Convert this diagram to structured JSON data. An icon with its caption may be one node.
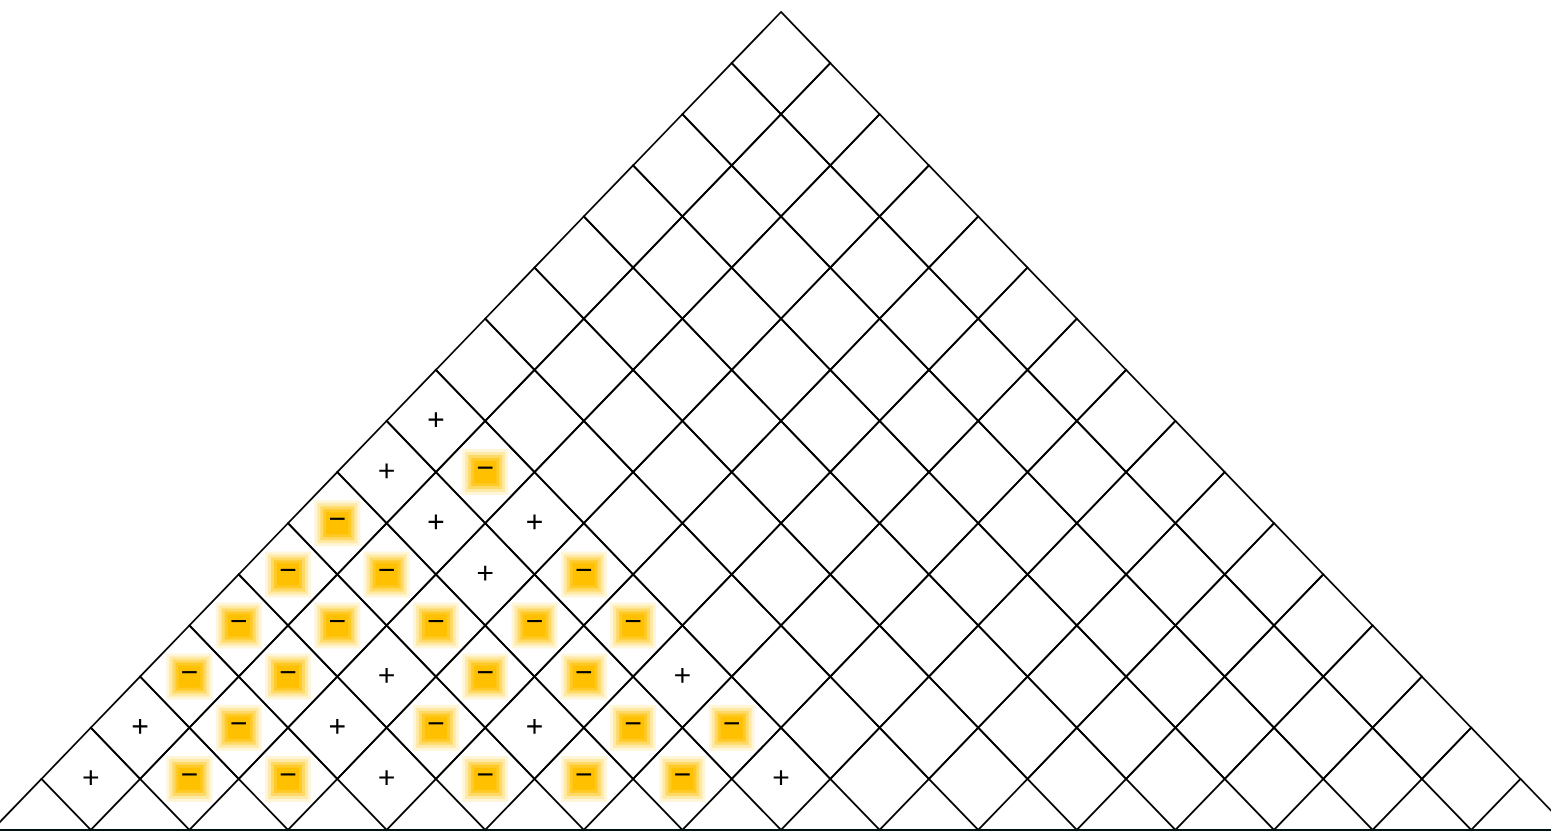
{
  "diagram": {
    "nodes": [
      {
        "text": [],
        "shape": "diamond"
      },
      {
        "text": [],
        "shape": "diamond"
      },
      {
        "text": [],
        "shape": "diamond"
      },
      {
        "text": [],
        "shape": "diamond"
      },
      {
        "text": [],
        "shape": "diamond"
      },
      {
        "text": [],
        "shape": "diamond"
      },
      {
        "text": [],
        "shape": "diamond"
      },
      {
        "text": [],
        "shape": "diamond"
      },
      {
        "text": [],
        "shape": "diamond"
      },
      {
        "text": [],
        "shape": "diamond"
      },
      {
        "text": [],
        "shape": "diamond"
      },
      {
        "text": [],
        "shape": "diamond"
      },
      {
        "text": [],
        "shape": "diamond"
      },
      {
        "text": [],
        "shape": "diamond"
      },
      {
        "text": [],
        "shape": "diamond"
      },
      {
        "text": [],
        "shape": "diamond"
      },
      {
        "text": [],
        "shape": "diamond"
      },
      {
        "text": [],
        "shape": "diamond"
      },
      {
        "text": [],
        "shape": "diamond"
      },
      {
        "text": [],
        "shape": "diamond"
      },
      {
        "text": [],
        "shape": "diamond"
      },
      {
        "text": [],
        "shape": "diamond"
      },
      {
        "text": [],
        "shape": "diamond"
      },
      {
        "text": [],
        "shape": "diamond"
      },
      {
        "text": [],
        "shape": "diamond"
      },
      {
        "text": [],
        "shape": "diamond"
      },
      {
        "text": [],
        "shape": "diamond"
      },
      {
        "text": [],
        "shape": "diamond"
      },
      {
        "text": [
          "+"
        ]
      },
      {
        "text": [],
        "shape": "diamond"
      },
      {
        "text": [],
        "shape": "diamond"
      },
      {
        "text": [],
        "shape": "diamond"
      },
      {
        "text": [],
        "shape": "diamond"
      },
      {
        "text": [],
        "shape": "diamond"
      },
      {
        "text": [],
        "shape": "diamond"
      },
      {
        "text": [],
        "shape": "diamond"
      },
      {
        "text": [
          "+"
        ]
      },
      {
        "text": [
          "−"
        ]
      },
      {
        "text": [],
        "shape": "diamond"
      },
      {
        "text": [],
        "shape": "diamond"
      },
      {
        "text": [],
        "shape": "diamond"
      },
      {
        "text": [],
        "shape": "diamond"
      },
      {
        "text": [],
        "shape": "diamond"
      },
      {
        "text": [],
        "shape": "diamond"
      },
      {
        "text": [],
        "shape": "diamond"
      },
      {
        "text": [
          "−"
        ]
      },
      {
        "text": [
          "+"
        ]
      },
      {
        "text": [
          "+"
        ]
      },
      {
        "text": [],
        "shape": "diamond"
      },
      {
        "text": [],
        "shape": "diamond"
      },
      {
        "text": [],
        "shape": "diamond"
      },
      {
        "text": [],
        "shape": "diamond"
      },
      {
        "text": [],
        "shape": "diamond"
      },
      {
        "text": [],
        "shape": "diamond"
      },
      {
        "text": [],
        "shape": "diamond"
      },
      {
        "text": [
          "−"
        ]
      },
      {
        "text": [
          "−"
        ]
      },
      {
        "text": [
          "+"
        ]
      },
      {
        "text": [
          "−"
        ]
      },
      {
        "text": [],
        "shape": "diamond"
      },
      {
        "text": [],
        "shape": "diamond"
      },
      {
        "text": [],
        "shape": "diamond"
      },
      {
        "text": [],
        "shape": "diamond"
      },
      {
        "text": [],
        "shape": "diamond"
      },
      {
        "text": [],
        "shape": "diamond"
      },
      {
        "text": [],
        "shape": "diamond"
      },
      {
        "text": [
          "−"
        ]
      },
      {
        "text": [
          "−"
        ]
      },
      {
        "text": [
          "−"
        ]
      },
      {
        "text": [
          "−"
        ]
      },
      {
        "text": [
          "−"
        ]
      },
      {
        "text": [],
        "shape": "diamond"
      },
      {
        "text": [],
        "shape": "diamond"
      },
      {
        "text": [],
        "shape": "diamond"
      },
      {
        "text": [],
        "shape": "diamond"
      },
      {
        "text": [],
        "shape": "diamond"
      },
      {
        "text": [],
        "shape": "diamond"
      },
      {
        "text": [],
        "shape": "diamond"
      },
      {
        "text": [
          "−"
        ]
      },
      {
        "text": [
          "−"
        ]
      },
      {
        "text": [
          "+"
        ]
      },
      {
        "text": [
          "−"
        ]
      },
      {
        "text": [
          "−"
        ]
      },
      {
        "text": [
          "+"
        ]
      },
      {
        "text": [],
        "shape": "diamond"
      },
      {
        "text": [],
        "shape": "diamond"
      },
      {
        "text": [],
        "shape": "diamond"
      },
      {
        "text": [],
        "shape": "diamond"
      },
      {
        "text": [],
        "shape": "diamond"
      },
      {
        "text": [],
        "shape": "diamond"
      },
      {
        "text": [],
        "shape": "diamond"
      },
      {
        "text": [
          "+"
        ]
      },
      {
        "text": [
          "−"
        ]
      },
      {
        "text": [
          "+"
        ]
      },
      {
        "text": [
          "−"
        ]
      },
      {
        "text": [
          "+"
        ]
      },
      {
        "text": [
          "−"
        ]
      },
      {
        "text": [
          "−"
        ]
      },
      {
        "text": [],
        "shape": "diamond"
      },
      {
        "text": [],
        "shape": "diamond"
      },
      {
        "text": [],
        "shape": "diamond"
      },
      {
        "text": [],
        "shape": "diamond"
      },
      {
        "text": [],
        "shape": "diamond"
      },
      {
        "text": [],
        "shape": "diamond"
      },
      {
        "text": [],
        "shape": "diamond"
      },
      {
        "text": [
          "+"
        ]
      },
      {
        "text": [
          "−"
        ]
      },
      {
        "text": [
          "−"
        ]
      },
      {
        "text": [
          "+"
        ]
      },
      {
        "text": [
          "−"
        ]
      },
      {
        "text": [
          "−"
        ]
      },
      {
        "text": [
          "−"
        ]
      },
      {
        "text": [
          "+"
        ]
      },
      {
        "text": [],
        "shape": "diamond"
      },
      {
        "text": [],
        "shape": "diamond"
      },
      {
        "text": [],
        "shape": "diamond"
      },
      {
        "text": [],
        "shape": "diamond"
      },
      {
        "text": [],
        "shape": "diamond"
      },
      {
        "text": [],
        "shape": "diamond"
      },
      {
        "text": [],
        "shape": "diamond"
      }
    ]
  }
}
